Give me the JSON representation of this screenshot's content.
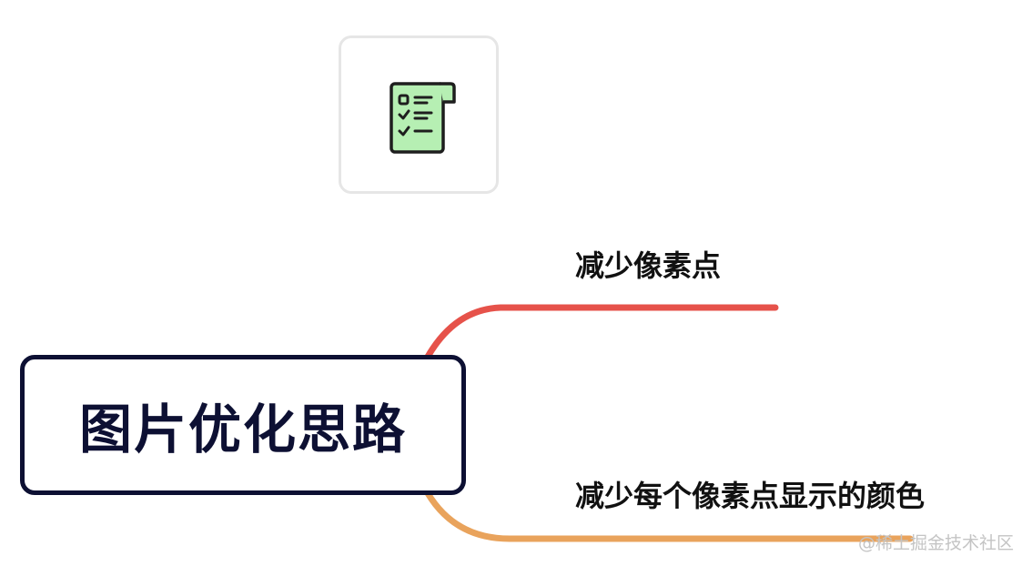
{
  "root": {
    "title": "图片优化思路"
  },
  "branches": [
    {
      "label": "减少像素点",
      "color": "#e6524a"
    },
    {
      "label": "减少每个像素点显示的颜色",
      "color": "#e9a35c"
    }
  ],
  "icon": {
    "name": "checklist-document-icon",
    "fill": "#b6efb3",
    "stroke": "#1e1e1e"
  },
  "watermark": "@稀土掘金技术社区"
}
